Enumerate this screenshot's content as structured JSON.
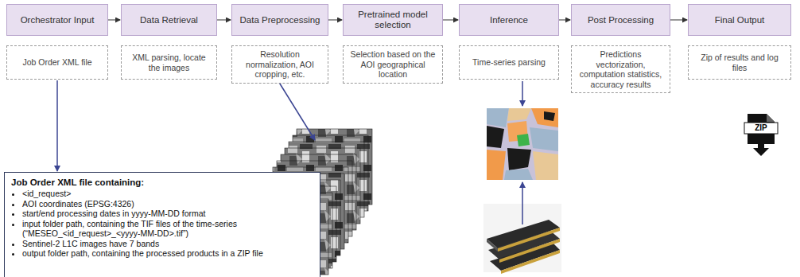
{
  "diagram": {
    "nodes": [
      {
        "text": [
          "Orchestrator Input"
        ]
      },
      {
        "text": [
          "Data Retrieval"
        ]
      },
      {
        "text": [
          "Data Preprocessing"
        ]
      },
      {
        "text": [
          "Pretrained model selection"
        ]
      },
      {
        "text": [
          "Inference"
        ]
      },
      {
        "text": [
          "Post Processing"
        ]
      },
      {
        "text": [
          "Final Output"
        ]
      },
      {
        "text": [
          "Job Order XML file"
        ]
      },
      {
        "text": [
          "XML parsing, locate the images"
        ]
      },
      {
        "text": [
          "Resolution normalization, AOI cropping, etc."
        ]
      },
      {
        "text": [
          "Selection based on the AOI geographical location"
        ]
      },
      {
        "text": [
          "Time-series parsing"
        ]
      },
      {
        "text": [
          "Predictions vectorization, computation statistics, accuracy results"
        ]
      },
      {
        "text": [
          "Zip of results and log files"
        ]
      },
      {
        "text": [
          "Job Order XML file containing:",
          "<id_request>",
          "AOI coordinates (EPSG:4326)",
          "start/end processing dates in yyyy-MM-DD format",
          "input folder path, containing the TIF files of the time-series (“MESEO_<id_request>_<yyyy-MM-DD>.tif”)",
          "Sentinel-2 L1C images have 7 bands",
          "output folder path, containing the processed products in a ZIP file"
        ]
      }
    ],
    "edges": [
      {
        "from": 0,
        "to": 1,
        "arrow": "to"
      },
      {
        "from": 1,
        "to": 2,
        "arrow": "to"
      },
      {
        "from": 2,
        "to": 3,
        "arrow": "to"
      },
      {
        "from": 3,
        "to": 4,
        "arrow": "to"
      },
      {
        "from": 4,
        "to": 5,
        "arrow": "to"
      },
      {
        "from": 5,
        "to": 6,
        "arrow": "to"
      },
      {
        "from": 7,
        "to": 14,
        "arrow": "to"
      }
    ],
    "labels": [
      "ZIP"
    ]
  }
}
